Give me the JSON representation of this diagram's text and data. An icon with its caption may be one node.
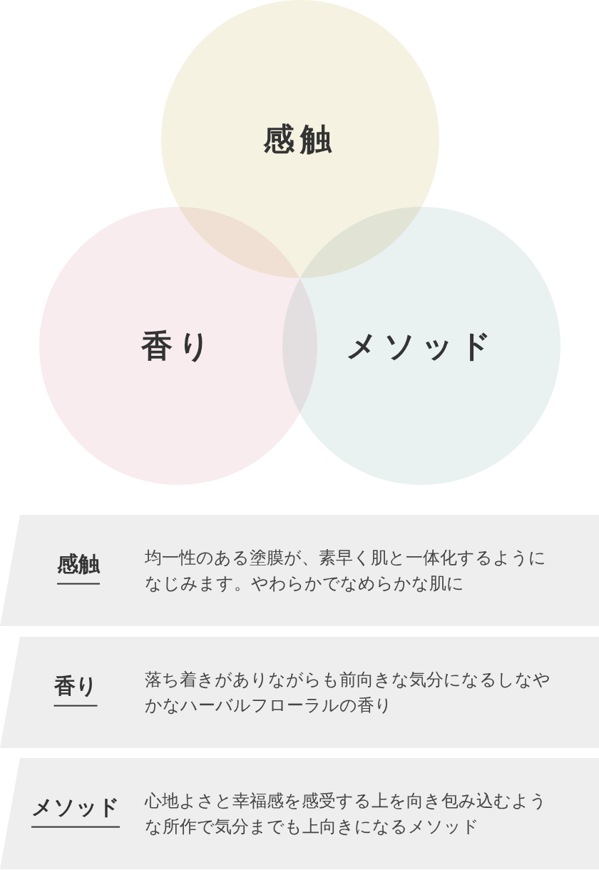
{
  "diagram": {
    "nodes": [
      {
        "text": [
          "感触"
        ]
      },
      {
        "text": [
          "香り"
        ]
      },
      {
        "text": [
          "メソッド"
        ]
      },
      {
        "text": [
          "感触",
          "均一性のある塗膜が、素早く肌と一体化するようになじみます。やわらかでなめらかな肌に"
        ]
      },
      {
        "text": [
          "香り",
          "落ち着きがありながらも前向きな気分になるしなやかなハーバルフローラルの香り"
        ]
      },
      {
        "text": [
          "メソッド",
          "心地よさと幸福感を感受する上を向き包み込むような所作で気分までも上向きになるメソッド"
        ]
      }
    ]
  }
}
